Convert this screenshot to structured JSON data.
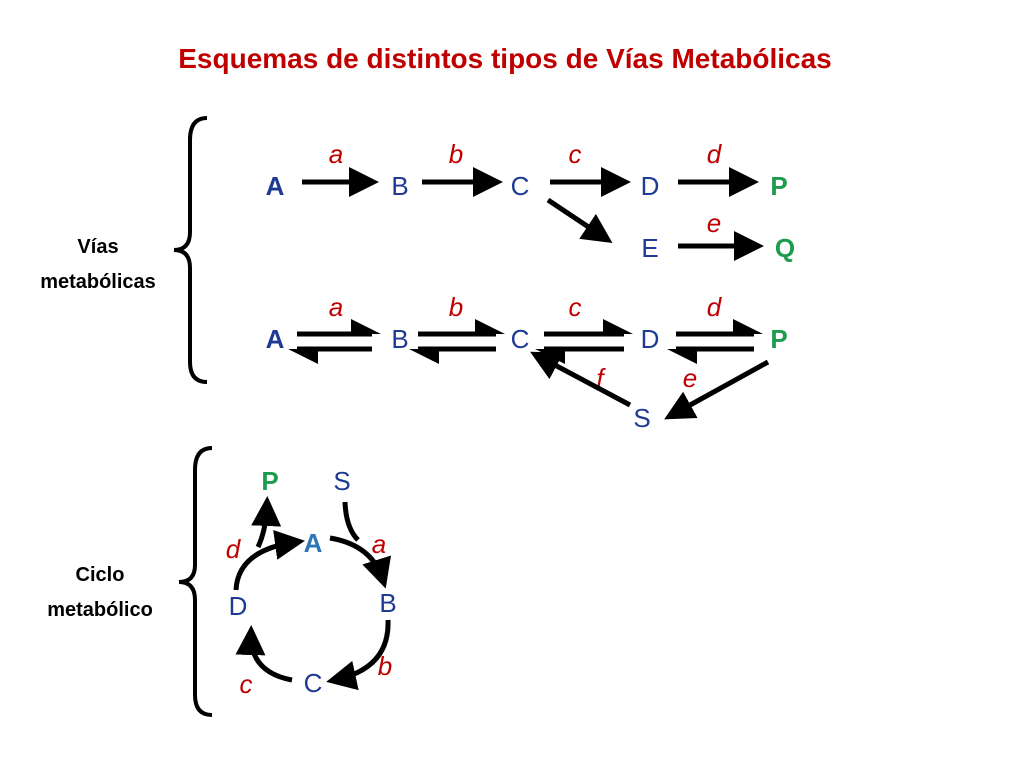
{
  "title": "Esquemas de distintos tipos de Vías Metabólicas",
  "sections": {
    "vias": {
      "label_line1": "Vías",
      "label_line2": "metabólicas"
    },
    "ciclo": {
      "label_line1": "Ciclo",
      "label_line2": "metabólico"
    }
  },
  "pathway1": {
    "nodes": {
      "A": "A",
      "B": "B",
      "C": "C",
      "D": "D",
      "E": "E",
      "P": "P",
      "Q": "Q"
    },
    "enzymes": {
      "a": "a",
      "b": "b",
      "c": "c",
      "d": "d",
      "e": "e"
    }
  },
  "pathway2": {
    "nodes": {
      "A": "A",
      "B": "B",
      "C": "C",
      "D": "D",
      "P": "P",
      "S": "S"
    },
    "enzymes": {
      "a": "a",
      "b": "b",
      "c": "c",
      "d": "d",
      "e": "e",
      "f": "f"
    }
  },
  "cycle": {
    "nodes": {
      "P": "P",
      "S": "S",
      "A": "A",
      "B": "B",
      "C": "C",
      "D": "D"
    },
    "enzymes": {
      "a": "a",
      "b": "b",
      "c": "c",
      "d": "d"
    }
  },
  "colors": {
    "title": "#c00000",
    "node": "#1f3a93",
    "product": "#1e9b4d",
    "enzyme": "#c00000",
    "cycle_A": "#2e75b6"
  }
}
